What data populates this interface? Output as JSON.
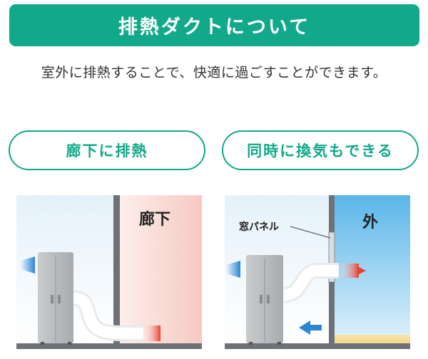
{
  "header": {
    "title": "排熱ダクトについて"
  },
  "intro": {
    "text": "室外に排熱することで、快適に過ごすことができます。"
  },
  "options": [
    {
      "label": "廊下に排熱"
    },
    {
      "label": "同時に換気もできる"
    }
  ],
  "diagrams": {
    "hallway": {
      "area_label": "廊下"
    },
    "outside": {
      "area_label": "外",
      "window_panel_label": "窓パネル"
    }
  },
  "colors": {
    "accent": "#12a98a",
    "hot_air": "#e8412c",
    "cool_air": "#2b86d6"
  }
}
